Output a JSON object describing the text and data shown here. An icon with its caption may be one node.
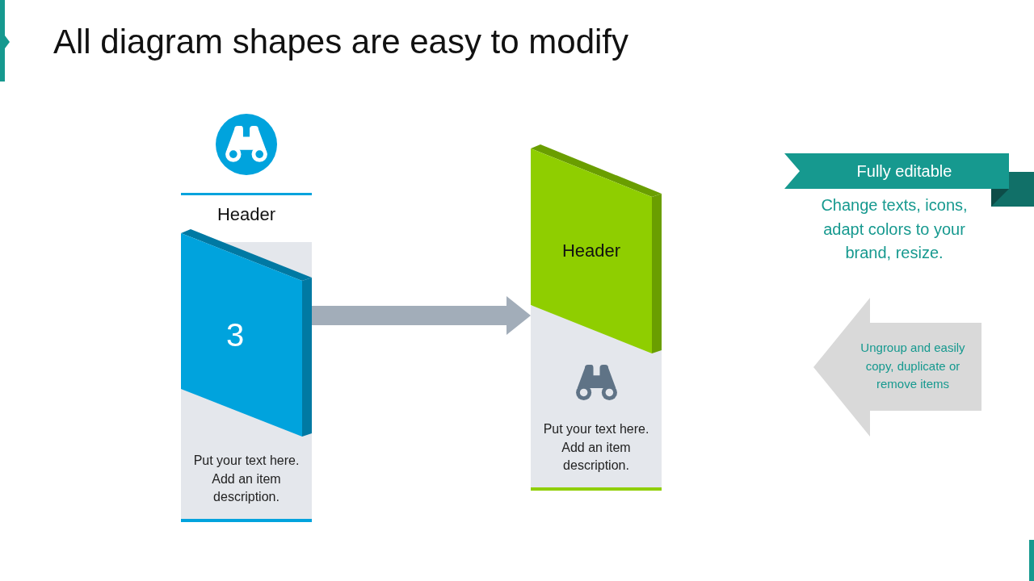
{
  "diagram": {
    "title": "All diagram shapes are easy to modify",
    "nodes": [
      {
        "text": [
          "Header",
          "3",
          "Put your text here. Add an item description."
        ]
      },
      {
        "text": [
          "Header",
          "Put your text here. Add an item description."
        ]
      },
      {
        "text": [
          "Fully editable"
        ],
        "beside": [
          "Change texts, icons, adapt colors to your brand, resize."
        ]
      },
      {
        "text": [
          "Ungroup and easily copy, duplicate or remove items"
        ]
      }
    ],
    "edges": [
      {
        "from": 0,
        "to": 1,
        "arrow": "to"
      }
    ]
  }
}
